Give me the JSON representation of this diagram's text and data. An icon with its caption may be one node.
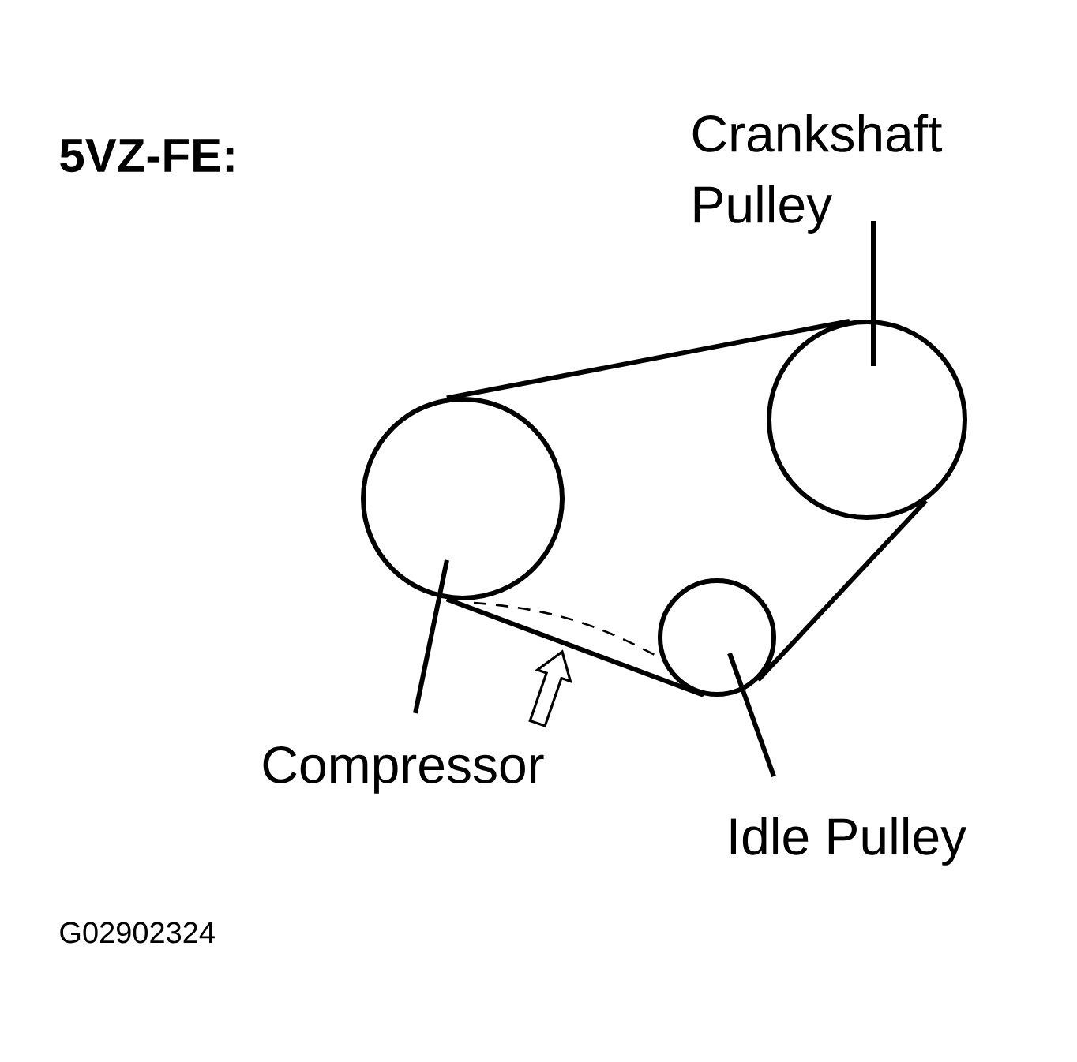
{
  "diagram": {
    "title": "5VZ-FE:",
    "nodes": [
      {
        "text": [
          "Crankshaft Pulley"
        ]
      },
      {
        "text": [],
        "shape": "circle"
      },
      {
        "text": [
          "Compressor"
        ]
      },
      {
        "text": [],
        "shape": "circle"
      },
      {
        "text": [
          "Idle Pulley"
        ]
      },
      {
        "text": [],
        "shape": "circle"
      }
    ],
    "edges": [
      {
        "from": 0,
        "to": 1,
        "arrow": "none"
      },
      {
        "from": 2,
        "to": 3,
        "arrow": "none"
      },
      {
        "from": 4,
        "to": 5,
        "arrow": "none"
      },
      {
        "from": 3,
        "to": 1,
        "arrow": "none"
      },
      {
        "from": 1,
        "to": 5,
        "arrow": "none"
      },
      {
        "from": 3,
        "to": 5,
        "arrow": "none"
      },
      {
        "from": 3,
        "to": 5,
        "arrow": "none",
        "style": "dashed"
      }
    ],
    "labels": [
      "G02902324"
    ]
  }
}
